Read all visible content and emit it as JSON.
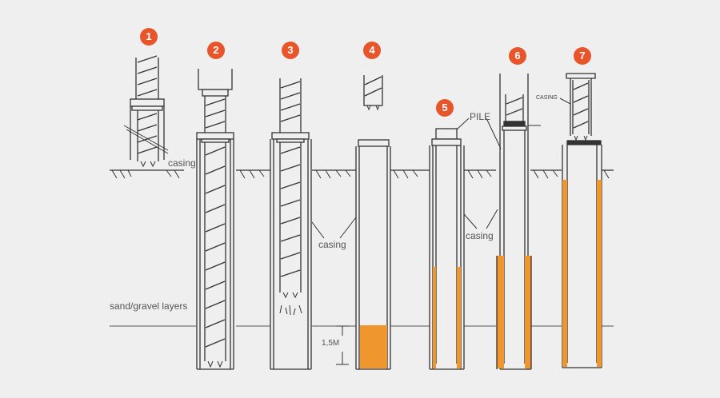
{
  "steps": [
    "1",
    "2",
    "3",
    "4",
    "5",
    "6",
    "7"
  ],
  "labels": {
    "casing": "casing",
    "pile": "PILE",
    "casing_caps": "CASING",
    "sand_gravel": "sand/gravel layers",
    "depth": "1,5M"
  },
  "colors": {
    "badge": "#e8552a",
    "fill": "#f0962f",
    "line": "#333333",
    "background": "#efefef"
  }
}
